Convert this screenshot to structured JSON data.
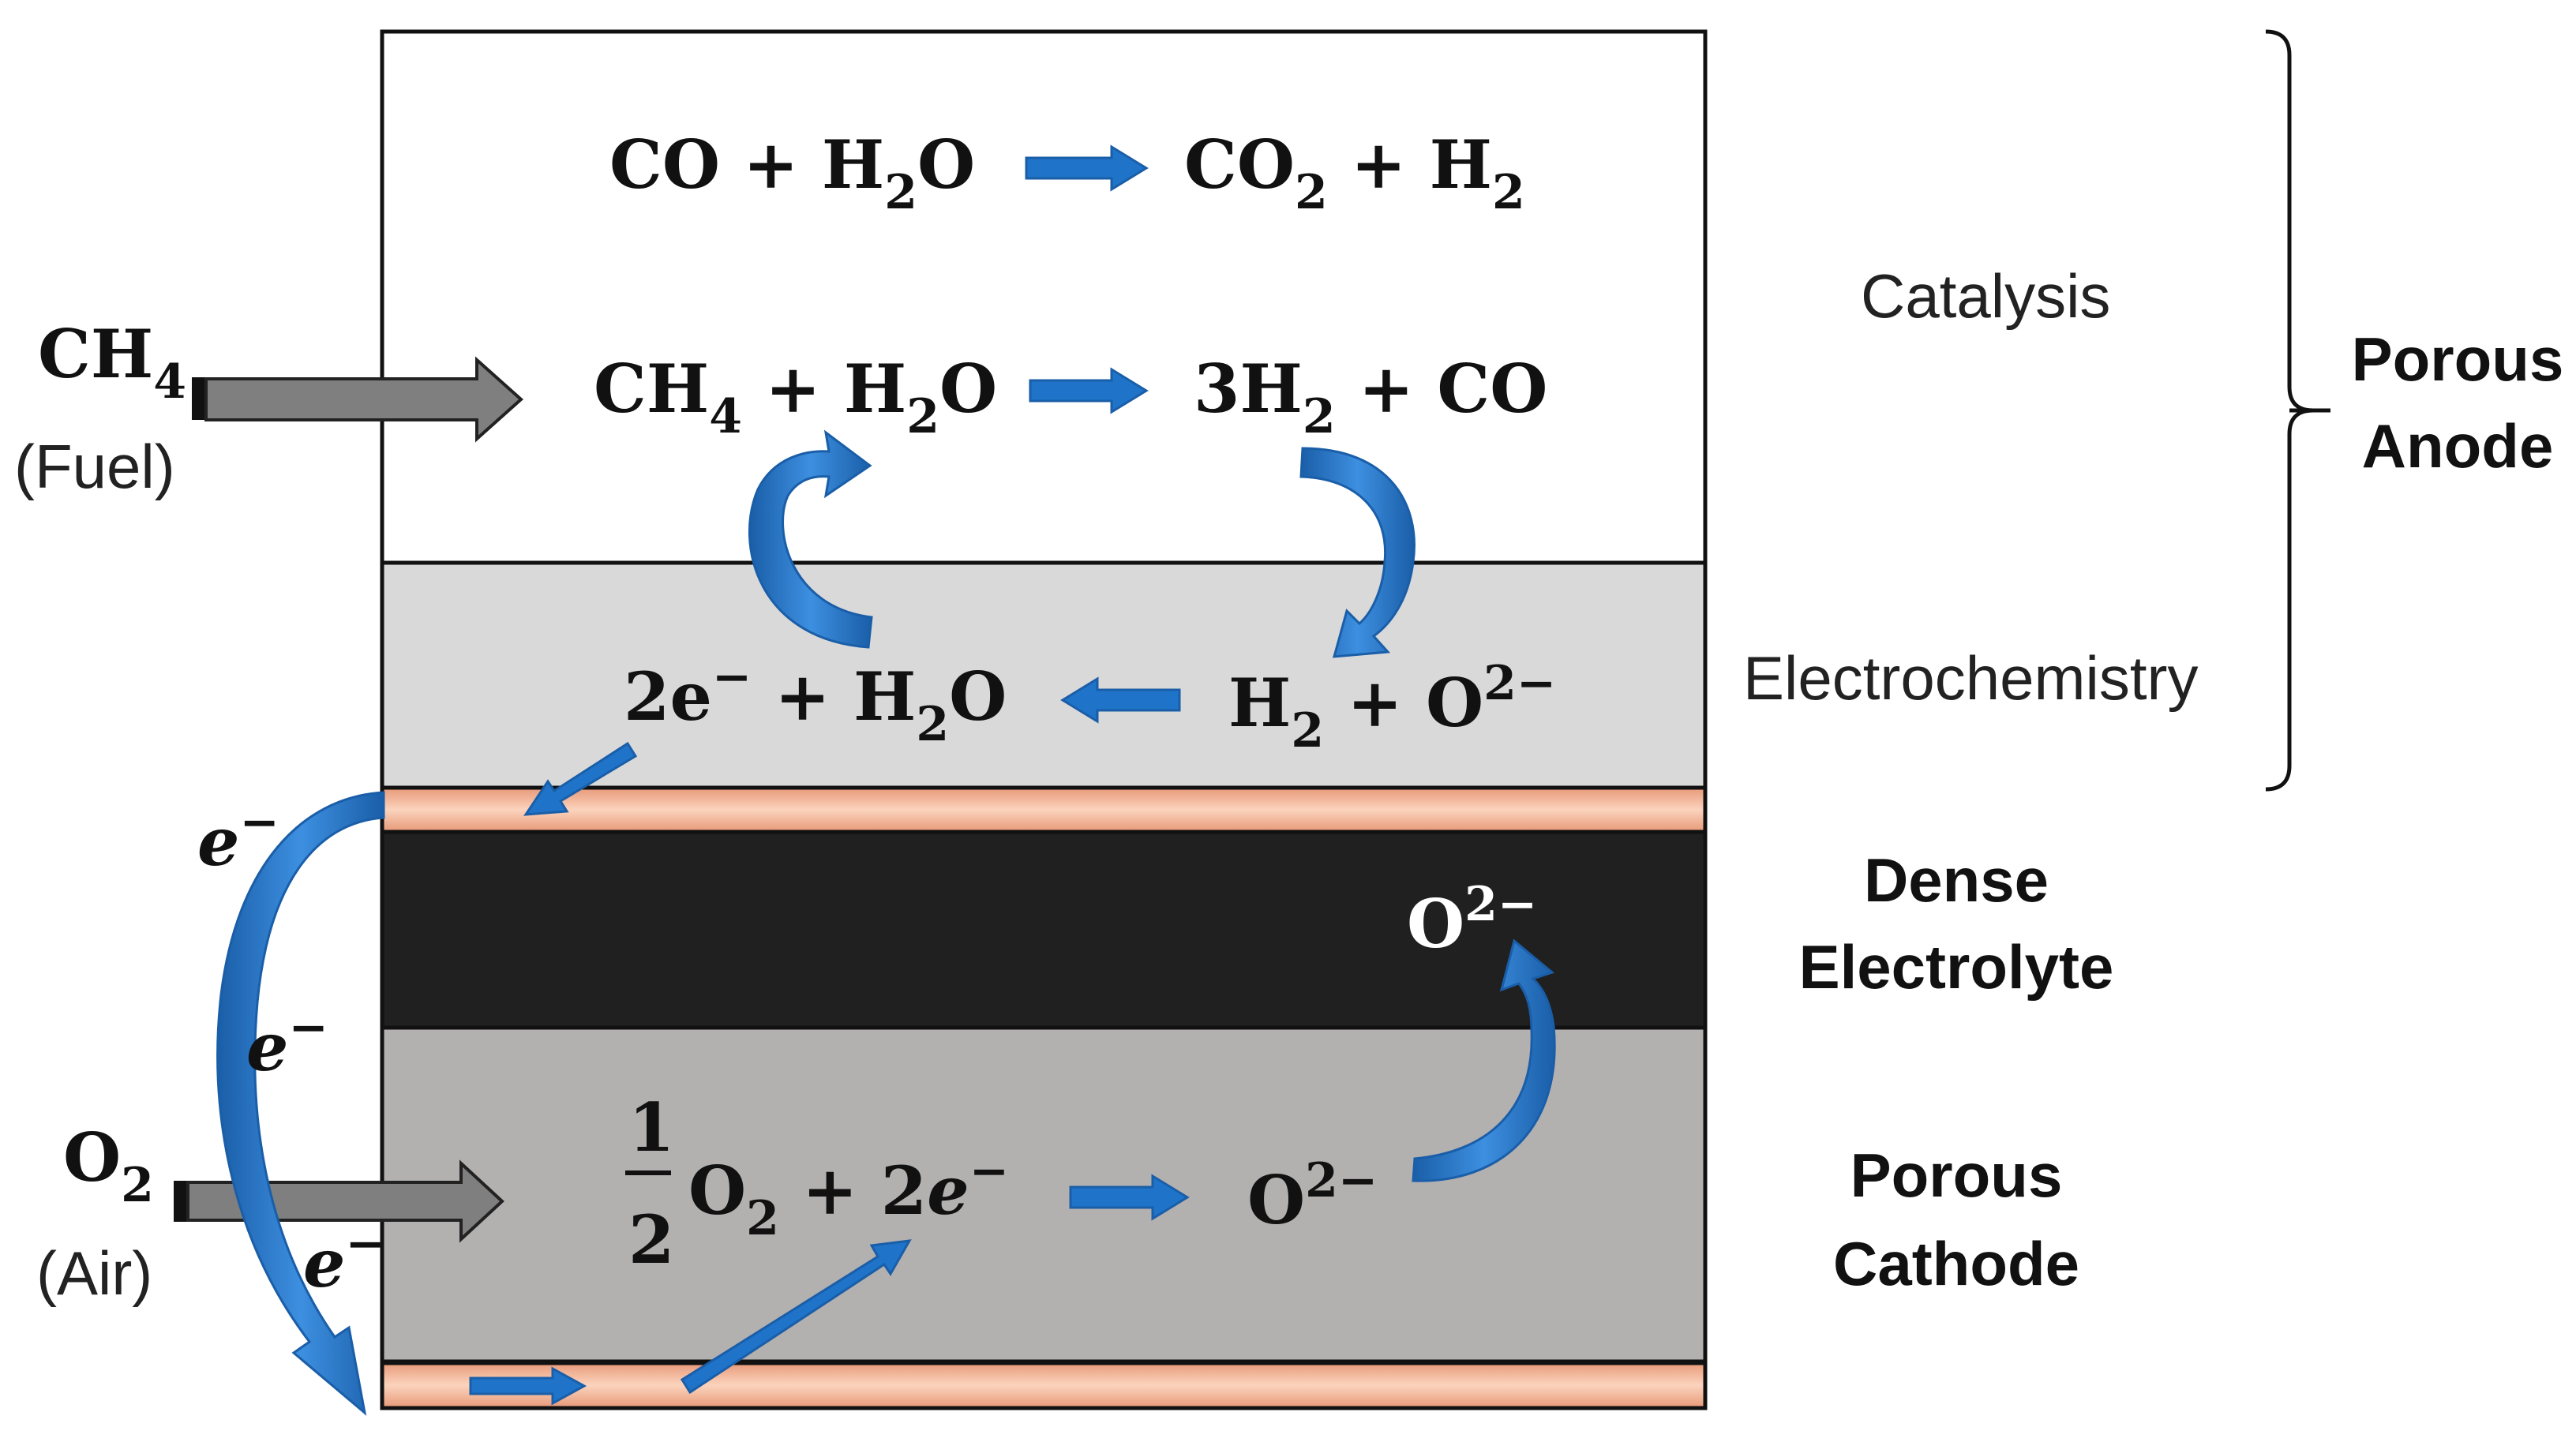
{
  "equations": {
    "wgs": {
      "lhs_a": "CO + H",
      "lhs_sub": "2",
      "lhs_b": "O",
      "rhs_a": "CO",
      "rhs_sub1": "2",
      "rhs_b": " + H",
      "rhs_sub2": "2"
    },
    "reforming": {
      "lhs_a": "CH",
      "lhs_sub1": "4",
      "lhs_b": " + H",
      "lhs_sub2": "2",
      "lhs_c": "O",
      "rhs_a": "3H",
      "rhs_sub": "2",
      "rhs_b": " + CO"
    },
    "anode_oxidation": {
      "lhs_a": "2e",
      "lhs_sup": "−",
      "lhs_b": " + H",
      "lhs_sub": "2",
      "lhs_c": "O",
      "rhs_a": "H",
      "rhs_sub": "2",
      "rhs_b": " + O",
      "rhs_sup": "2−"
    },
    "cathode_reduction": {
      "frac_num": "1",
      "frac_den": "2",
      "a": "O",
      "sub": "2",
      "b": " + 2",
      "e": "e",
      "sup": "−",
      "product": "O",
      "product_sup": "2−"
    },
    "electrolyte_ion": {
      "a": "O",
      "sup": "2−"
    }
  },
  "inputs": {
    "fuel": {
      "species": "CH",
      "sub": "4",
      "label": "(Fuel)"
    },
    "air": {
      "species": "O",
      "sub": "2",
      "label": "(Air)"
    }
  },
  "electron_labels": {
    "e": "e",
    "sup": "−"
  },
  "region_labels": {
    "catalysis": "Catalysis",
    "electrochemistry": "Electrochemistry",
    "porous_anode_line1": "Porous",
    "porous_anode_line2": "Anode",
    "electrolyte_line1": "Dense",
    "electrolyte_line2": "Electrolyte",
    "cathode_line1": "Porous",
    "cathode_line2": "Cathode"
  },
  "colors": {
    "catalysis_layer": "#ffffff",
    "electrochemistry_layer": "#d9d9d9",
    "electrolyte_layer": "#202020",
    "cathode_layer": "#b3b0b0",
    "current_collector": "#f2b79a",
    "arrow_blue": "#1f74c9",
    "arrow_gray": "#7f7f7f"
  }
}
